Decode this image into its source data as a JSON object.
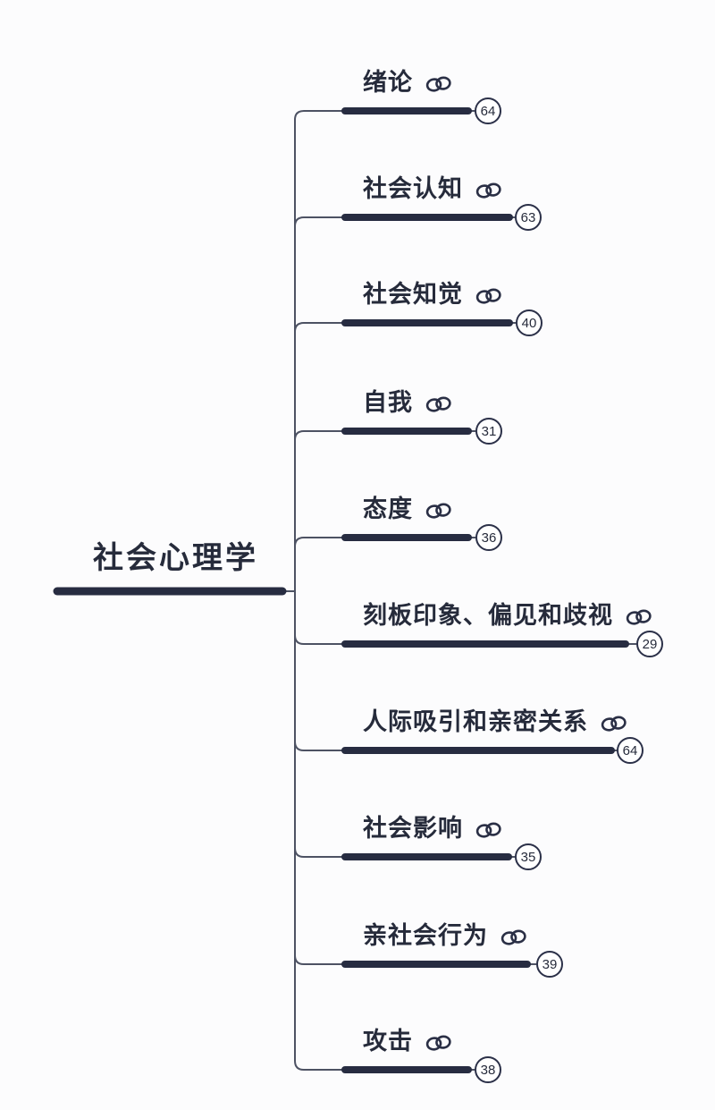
{
  "diagram": {
    "type": "mindmap",
    "root": {
      "label": "社会心理学"
    },
    "branches": [
      {
        "label": "绪论",
        "count": "64",
        "icon": "link"
      },
      {
        "label": "社会认知",
        "count": "63",
        "icon": "link"
      },
      {
        "label": "社会知觉",
        "count": "40",
        "icon": "link"
      },
      {
        "label": "自我",
        "count": "31",
        "icon": "link"
      },
      {
        "label": "态度",
        "count": "36",
        "icon": "link"
      },
      {
        "label": "刻板印象、偏见和歧视",
        "count": "29",
        "icon": "link"
      },
      {
        "label": "人际吸引和亲密关系",
        "count": "64",
        "icon": "link"
      },
      {
        "label": "社会影响",
        "count": "35",
        "icon": "link"
      },
      {
        "label": "亲社会行为",
        "count": "39",
        "icon": "link"
      },
      {
        "label": "攻击",
        "count": "38",
        "icon": "link"
      }
    ],
    "colors": {
      "ink": "#262b3b",
      "thin_line": "#4d5263",
      "thick_line": "#272c41",
      "badge_border": "#2b3048",
      "badge_fill": "#ffffff",
      "background": "#fcfcfd"
    }
  }
}
